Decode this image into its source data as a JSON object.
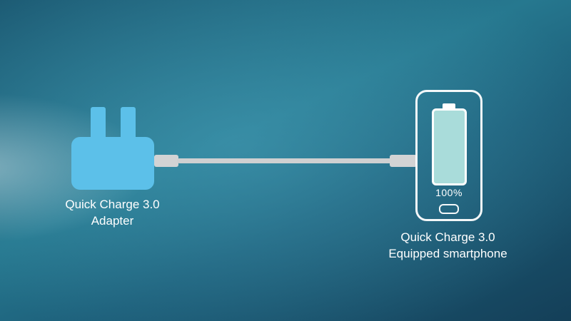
{
  "diagram": {
    "adapter": {
      "label_line1": "Quick Charge 3.0",
      "label_line2": "Adapter",
      "color": "#5cc0e9"
    },
    "cable": {
      "color": "#d2d3d4"
    },
    "phone": {
      "label_line1": "Quick Charge 3.0",
      "label_line2": "Equipped smartphone",
      "battery_percent": "100%",
      "battery_fill_color": "#a9dcda",
      "outline_color": "#ffffff"
    },
    "background": {
      "base_color": "#26788f",
      "dark_edge_color": "#143f58"
    }
  }
}
